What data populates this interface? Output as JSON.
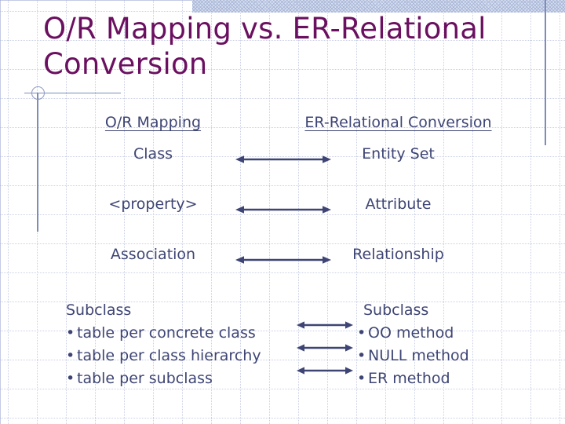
{
  "slide": {
    "title": "O/R Mapping vs. ER-Relational Conversion",
    "title_color": "#6b1060",
    "body_color": "#3e4574",
    "accent_line_color": "#7e8cb8",
    "hatch_band_color": "#d8dff0"
  },
  "table": {
    "headers": {
      "left": "O/R Mapping",
      "right": "ER-Relational Conversion"
    },
    "rows": [
      {
        "left": "Class",
        "right": "Entity Set",
        "arrow": "double-headed-arrow"
      },
      {
        "left": "<property>",
        "right": "Attribute",
        "arrow": "double-headed-arrow"
      },
      {
        "left": "Association",
        "right": "Relationship",
        "arrow": "double-headed-arrow"
      }
    ]
  },
  "subclass": {
    "left": {
      "heading": "Subclass",
      "bullets": [
        "table per concrete class",
        "table per class hierarchy",
        "table per subclass"
      ]
    },
    "right": {
      "heading": "Subclass",
      "bullets": [
        "OO method",
        "NULL method",
        "ER method"
      ]
    },
    "bullet_glyph": "•",
    "arrows": [
      "double-headed-arrow",
      "double-headed-arrow",
      "double-headed-arrow"
    ]
  }
}
